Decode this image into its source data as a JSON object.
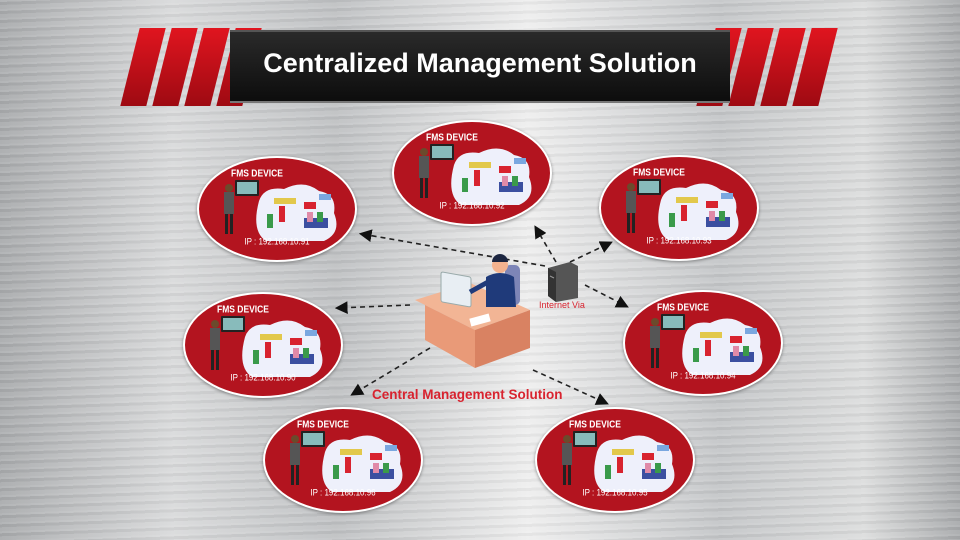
{
  "title": "Centralized Management Solution",
  "center_label": "Central  Management Solution",
  "server_label": "Internet Via",
  "devices": [
    {
      "label": "FMS DEVICE",
      "ip": "IP : 192.168.10.92"
    },
    {
      "label": "FMS DEVICE",
      "ip": "IP : 192.168.10.91"
    },
    {
      "label": "FMS DEVICE",
      "ip": "IP : 192.168.10.93"
    },
    {
      "label": "FMS DEVICE",
      "ip": "IP : 192.168.10.90"
    },
    {
      "label": "FMS DEVICE",
      "ip": "IP : 192.168.10.94"
    },
    {
      "label": "FMS DEVICE",
      "ip": "IP : 192.168.10.96"
    },
    {
      "label": "FMS DEVICE",
      "ip": "IP : 192.168.10.95"
    }
  ],
  "colors": {
    "accent": "#d8232f",
    "ellipse": "#b3141f"
  }
}
